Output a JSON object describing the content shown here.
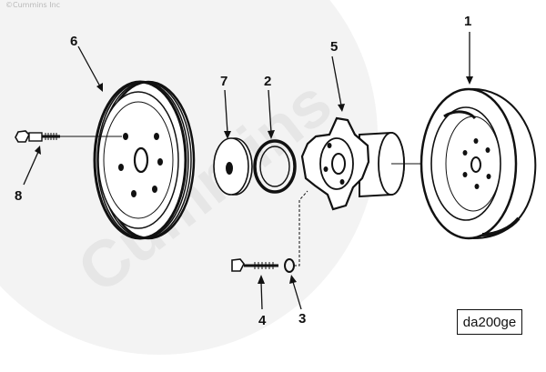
{
  "copyright": "©Cummins Inc",
  "watermark": "Cummins",
  "figure_code": "da200ge",
  "callouts": {
    "c1": "1",
    "c2": "2",
    "c3": "3",
    "c4": "4",
    "c5": "5",
    "c6": "6",
    "c7": "7",
    "c8": "8"
  },
  "colors": {
    "ink": "#111111",
    "watermark": "#e6e6e6"
  }
}
